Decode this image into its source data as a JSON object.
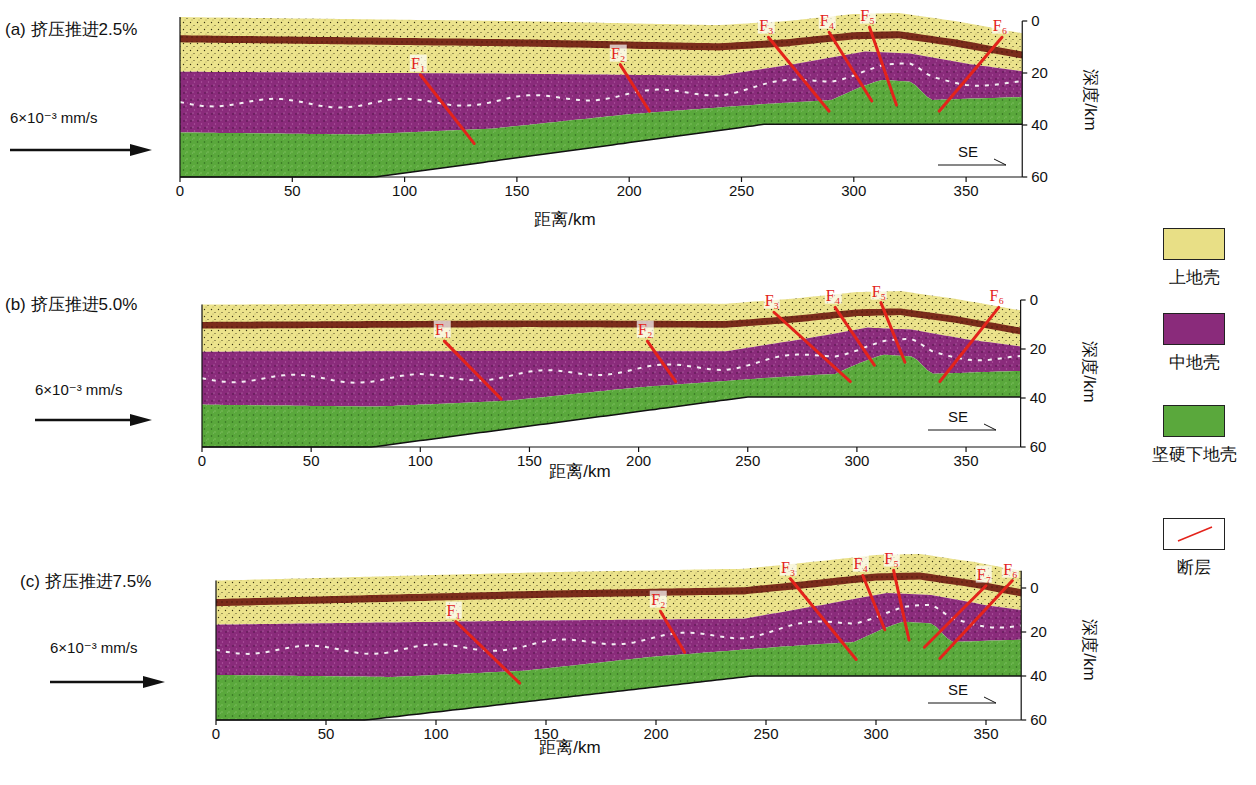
{
  "diagram": {
    "labels": [
      "(a) 挤压推进2.5%",
      "6×10⁻³ mm/s",
      "F₁",
      "F₂",
      "F₃",
      "F₄",
      "F₅",
      "F₆",
      "SE",
      "0",
      "50",
      "100",
      "150",
      "200",
      "250",
      "300",
      "350",
      "距离/km",
      "0",
      "20",
      "40",
      "60",
      "深度/km",
      "(b) 挤压推进5.0%",
      "6×10⁻³ mm/s",
      "F₁",
      "F₂",
      "F₃",
      "F₄",
      "F₅",
      "F₆",
      "SE",
      "0",
      "50",
      "100",
      "150",
      "200",
      "250",
      "300",
      "350",
      "距离/km",
      "0",
      "20",
      "40",
      "60",
      "深度/km",
      "(c) 挤压推进7.5%",
      "6×10⁻³ mm/s",
      "F₁",
      "F₂",
      "F₃",
      "F₄",
      "F₅",
      "F₇",
      "F₆",
      "SE",
      "0",
      "50",
      "100",
      "150",
      "200",
      "250",
      "300",
      "350",
      "距离/km",
      "0",
      "20",
      "40",
      "60",
      "深度/km"
    ],
    "legend": [
      {
        "text": "上地壳",
        "color": "#e8df86"
      },
      {
        "text": "中地壳",
        "color": "#8a2b7b"
      },
      {
        "text": "坚硬下地壳",
        "color": "#5aa83c"
      },
      {
        "text": "断层"
      }
    ]
  }
}
